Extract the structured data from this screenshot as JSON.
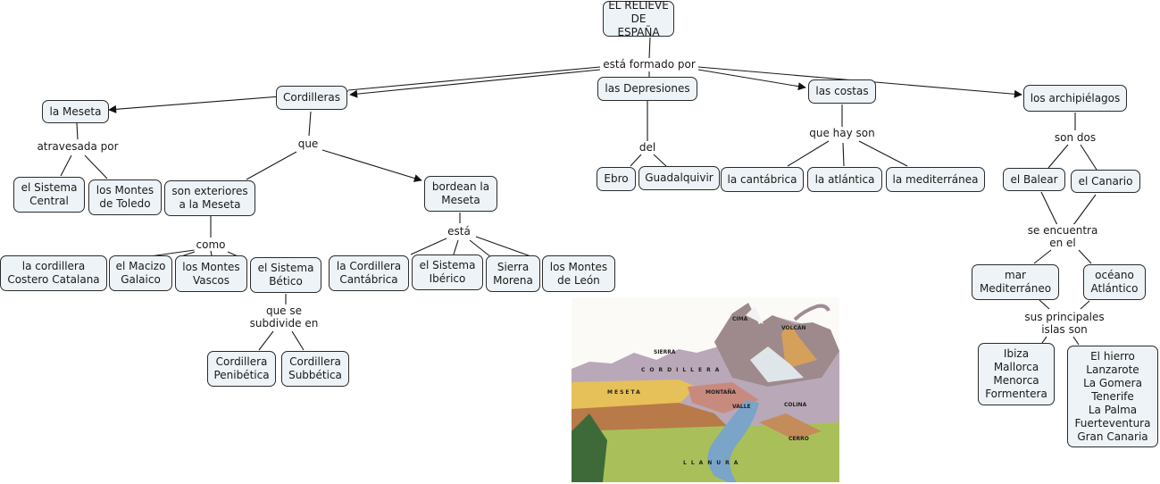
{
  "root": {
    "text": "EL RELIEVE DE\nESPAÑA"
  },
  "nodes": {
    "meseta": "la Meseta",
    "cordilleras": "Cordilleras",
    "depresiones": "las Depresiones",
    "costas": "las costas",
    "archipielagos": "los archipiélagos",
    "sistema_central": "el Sistema\nCentral",
    "montes_toledo": "los Montes\nde Toledo",
    "exteriores": "son exteriores\na la Meseta",
    "bordean": "bordean la\nMeseta",
    "costero_catalana": "la cordillera\nCostero Catalana",
    "macizo_galaico": "el Macizo\nGalaico",
    "montes_vascos": "los Montes\nVascos",
    "sistema_betico": "el Sistema\nBético",
    "penibetica": "Cordillera\nPenibética",
    "subbetica": "Cordillera\nSubbética",
    "cantabrica_cord": "la Cordillera\nCantábrica",
    "sistema_iberico": "el Sistema\nIbérico",
    "sierra_morena": "Sierra\nMorena",
    "montes_leon": "los Montes\nde León",
    "ebro": "Ebro",
    "guadalquivir": "Guadalquivir",
    "cantabrica": "la cantábrica",
    "atlantica": "la atlántica",
    "mediterranea": "la mediterránea",
    "balear": "el Balear",
    "canario": "el Canario",
    "mar_mediterraneo": "mar\nMediterráneo",
    "oceano_atlantico": "océano\nAtlántico",
    "islas_baleares": "Ibiza\nMallorca\nMenorca\nFormentera",
    "islas_canarias": "El hierro\nLanzarote\nLa Gomera\nTenerife\nLa Palma\nFuerteventura\nGran Canaria"
  },
  "linking_phrases": {
    "esta_formado_por": "está formado por",
    "atravesada_por": "atravesada por",
    "que": "que",
    "como": "como",
    "que_se_subdivide": "que se\nsubdivide en",
    "esta": "está",
    "del": "del",
    "que_hay_son": "que hay son",
    "son_dos": "son dos",
    "se_encuentra": "se encuentra\nen el",
    "sus_principales": "sus principales\nislas son"
  },
  "illustration": {
    "labels": [
      "CIMA",
      "VOLCÁN",
      "SIERRA",
      "CORDILLERA",
      "MESETA",
      "MONTAÑA",
      "VALLE",
      "COLINA",
      "CERRO",
      "LLANURA"
    ]
  },
  "colors": {
    "node_fill": "#edf3f6",
    "node_border": "#2b2b2b",
    "line": "#1a1a1a"
  }
}
